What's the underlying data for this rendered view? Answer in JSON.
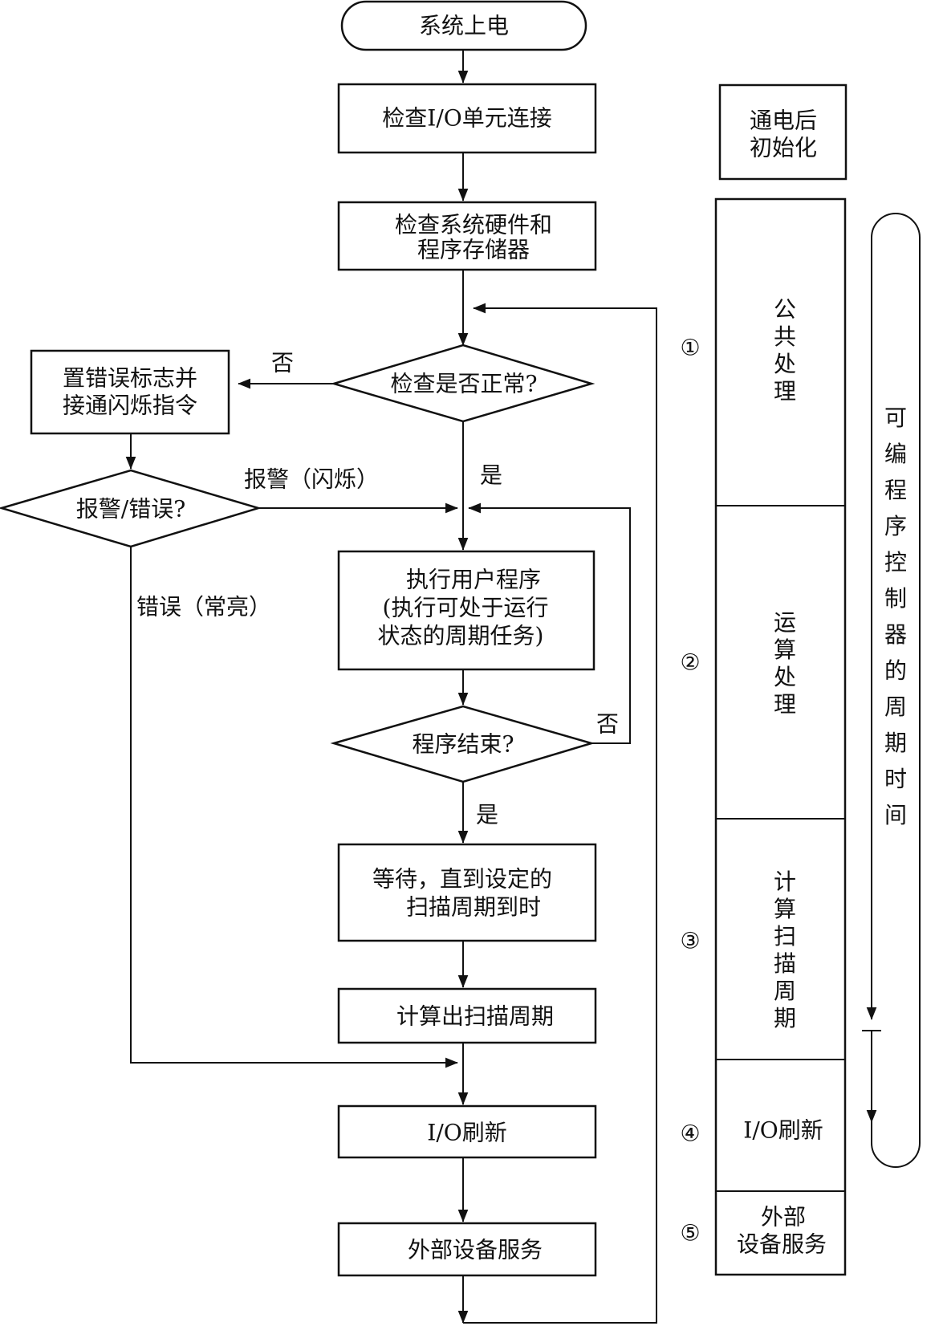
{
  "flow": {
    "start": "系统上电",
    "check_io": "检查I/O单元连接",
    "check_hw": [
      "检查系统硬件和",
      "程序存储器"
    ],
    "check_ok": "检查是否正常?",
    "no_label_1": "否",
    "yes_label_1": "是",
    "set_error": [
      "置错误标志并",
      "接通闪烁指令"
    ],
    "alarm_error": "报警/错误?",
    "alarm_flash": "报警（闪烁）",
    "error_on": "错误（常亮）",
    "run_program": [
      "执行用户程序",
      "(执行可处于运行",
      "状态的周期任务)"
    ],
    "program_end": "程序结束?",
    "no_label_2": "否",
    "yes_label_2": "是",
    "wait": [
      "等待，直到设定的",
      "扫描周期到时"
    ],
    "compute_cycle": "计算出扫描周期",
    "io_refresh": "I/O刷新",
    "ext_service": "外部设备服务"
  },
  "side": {
    "init": [
      "通电后",
      "初始化"
    ],
    "steps": [
      {
        "num": "①",
        "label": "公共处理"
      },
      {
        "num": "②",
        "label": "运算处理"
      },
      {
        "num": "③",
        "label": "计算扫描周期"
      },
      {
        "num": "④",
        "label": "I/O刷新"
      },
      {
        "num": "⑤",
        "label": [
          "外部",
          "设备服务"
        ]
      }
    ],
    "cycle_time": "可编程序控制器的周期时间"
  }
}
